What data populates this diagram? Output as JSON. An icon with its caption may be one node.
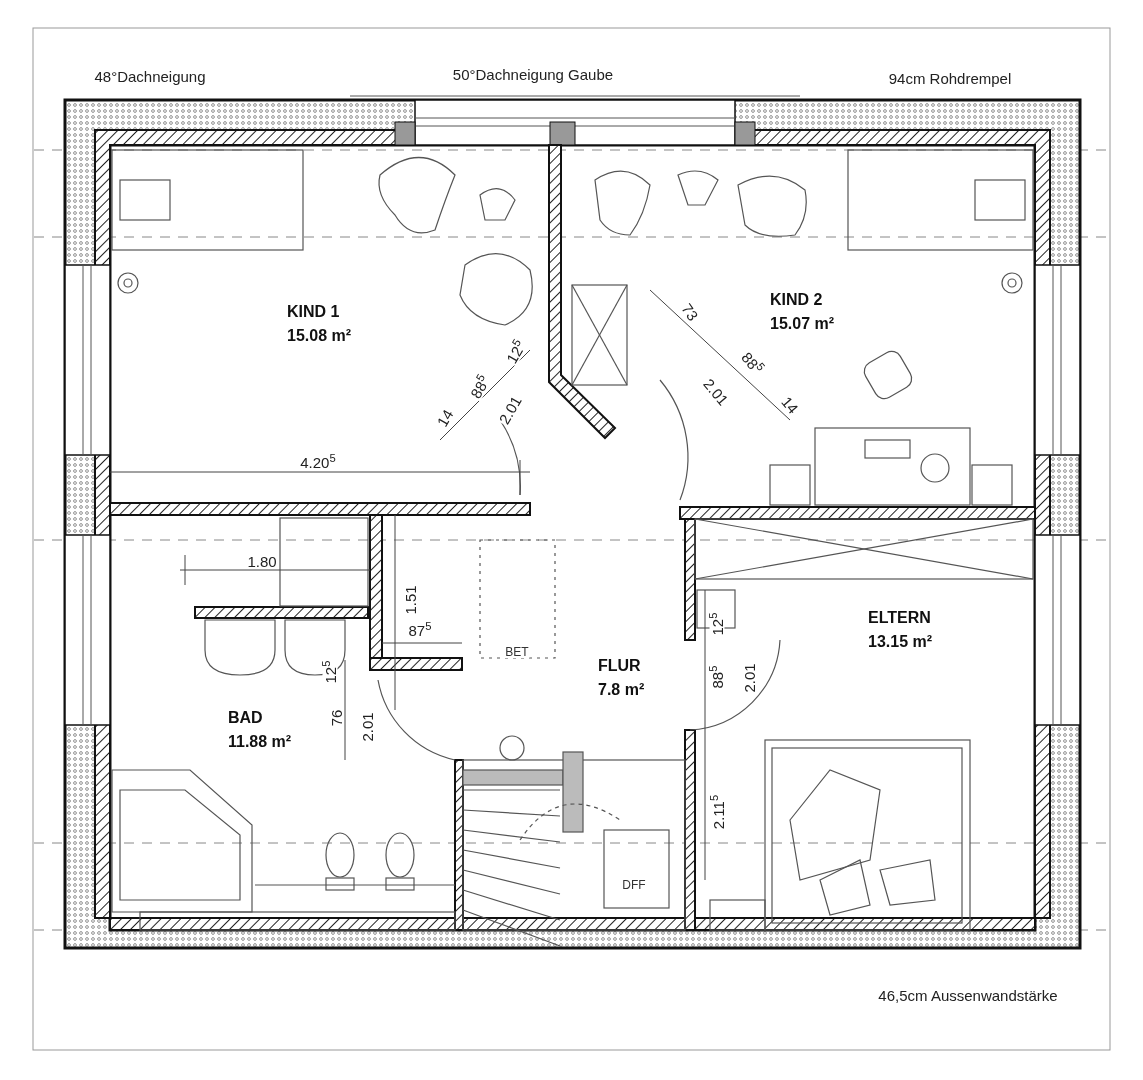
{
  "diagram": {
    "nodes": [
      {
        "text": [
          "KIND 1",
          "15.08 m²"
        ]
      },
      {
        "text": [
          "KIND 2",
          "15.07 m²"
        ]
      },
      {
        "text": [
          "BAD",
          "11.88 m²"
        ]
      },
      {
        "text": [
          "FLUR",
          "7.8 m²"
        ]
      },
      {
        "text": [
          "ELTERN",
          "13.15 m²"
        ]
      }
    ],
    "labels": [
      "48°Dachneigung",
      "50°Dachneigung Gaube",
      "94cm Rohdrempel",
      "73",
      "12$^{5}$",
      "88$^{5}$",
      "14",
      "88$^{5}$",
      "2.01",
      "2.01",
      "14",
      "4.20$^{5}$",
      "1.80",
      "1.51",
      "87$^{5}$",
      "BET",
      "12$^{5}$",
      "12$^{5}$",
      "88$^{5}$",
      "2.01",
      "76",
      "2.01",
      "2.11$^{5}$",
      "DFF",
      "46,5cm Aussenwandstärke"
    ]
  }
}
